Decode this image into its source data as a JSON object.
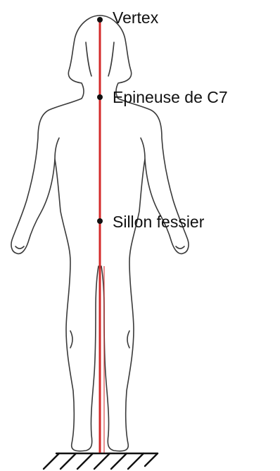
{
  "labels": {
    "vertex": "Vertex",
    "c7": "Epineuse de C7",
    "sillon": "Sillon fessier"
  },
  "colors": {
    "plumb_line": "#d42a2a",
    "outline": "#3a3a3a",
    "point": "#111111",
    "ground": "#111111"
  }
}
